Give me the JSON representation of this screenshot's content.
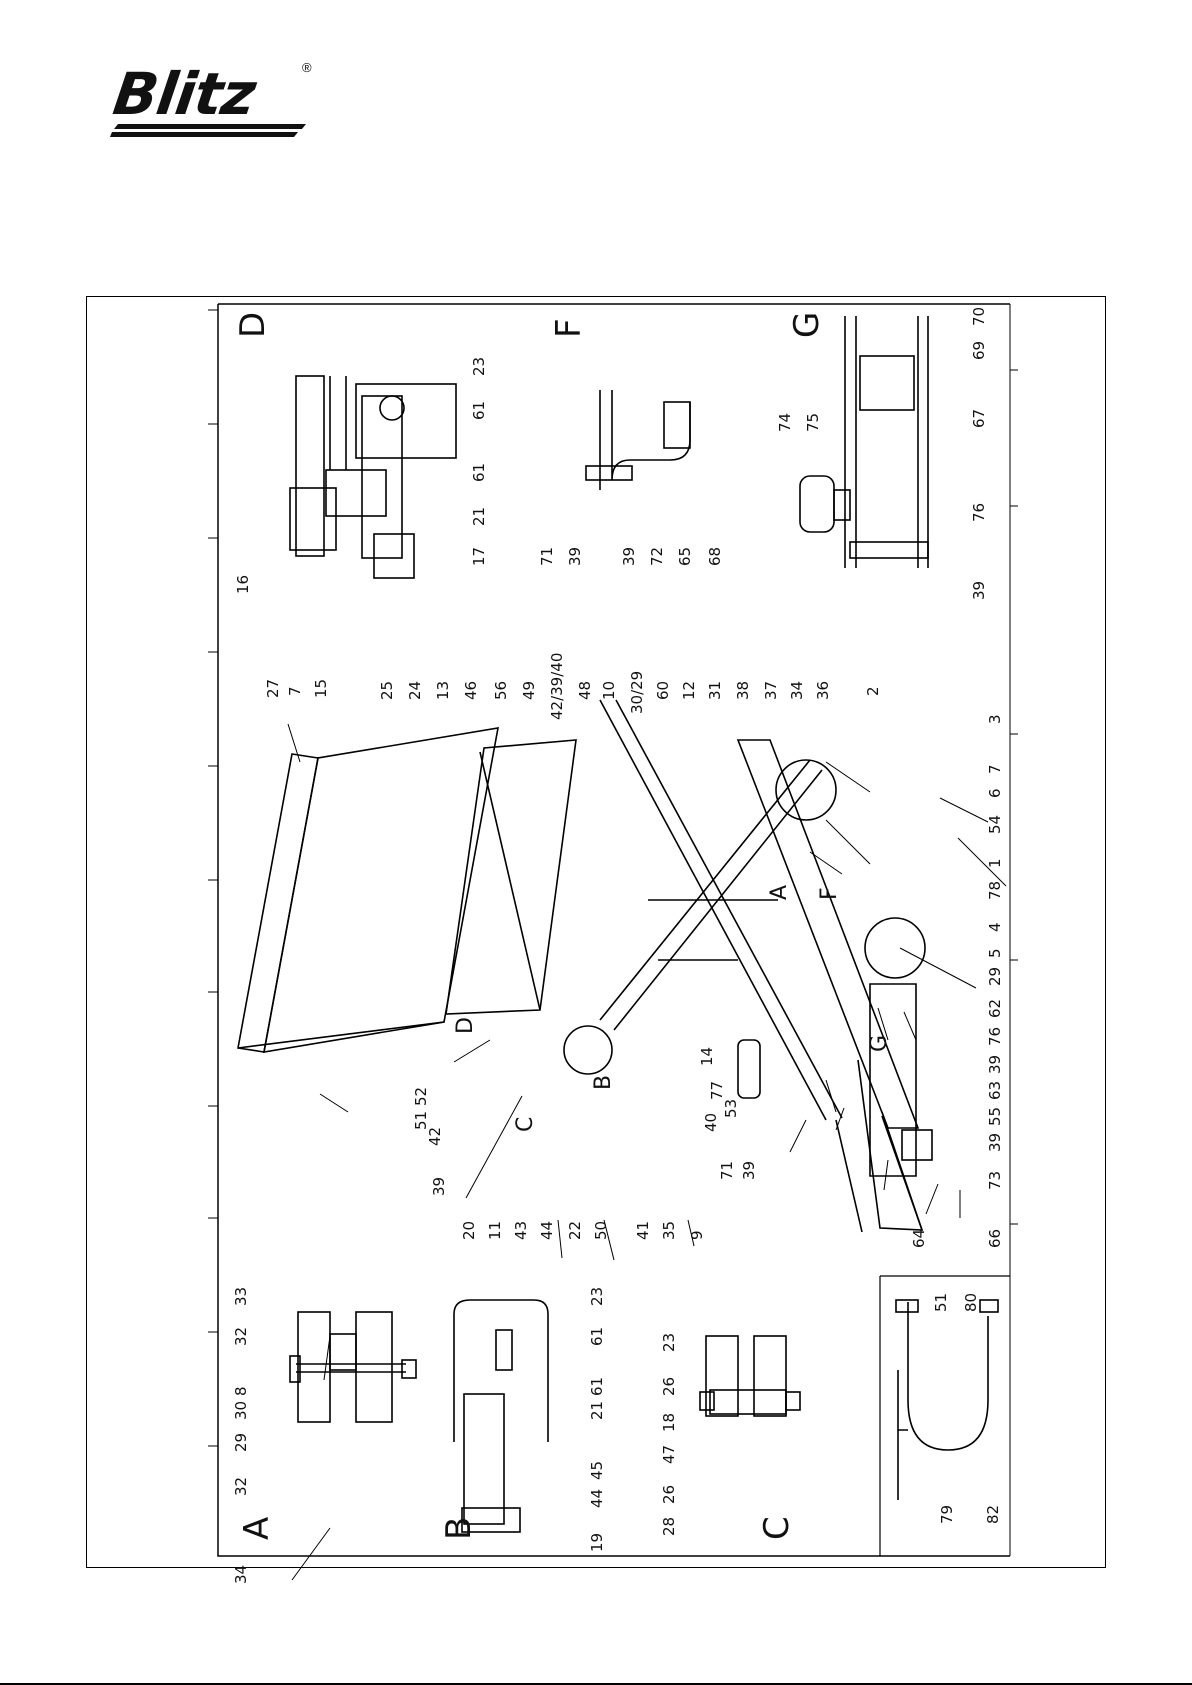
{
  "brand": {
    "name": "Blitz",
    "registered": "®"
  },
  "views": [
    "A",
    "B",
    "C",
    "D",
    "F",
    "G"
  ],
  "main_view_markers": [
    "A",
    "B",
    "C",
    "D",
    "F",
    "G"
  ],
  "parts": {
    "main": [
      "27",
      "7",
      "15",
      "25",
      "24",
      "13",
      "46",
      "56",
      "49",
      "42/39/40",
      "48",
      "10",
      "30/29",
      "60",
      "12",
      "31",
      "38",
      "37",
      "34",
      "36",
      "2",
      "3",
      "7",
      "6",
      "54",
      "1",
      "78",
      "4",
      "5",
      "29",
      "62",
      "76",
      "39",
      "63",
      "55",
      "39",
      "73",
      "66",
      "64",
      "71",
      "39",
      "40",
      "53",
      "77",
      "14",
      "9",
      "35",
      "41",
      "50",
      "22",
      "44",
      "43",
      "11",
      "20",
      "39",
      "42",
      "51",
      "52"
    ],
    "view_A": [
      "33",
      "32",
      "8",
      "30",
      "29",
      "32",
      "34"
    ],
    "view_B": [
      "23",
      "61",
      "61",
      "21",
      "45",
      "44",
      "19"
    ],
    "view_C": [
      "23",
      "26",
      "18",
      "47",
      "26",
      "28"
    ],
    "view_D": [
      "23",
      "61",
      "61",
      "21",
      "17",
      "16"
    ],
    "view_F": [
      "71",
      "39",
      "39",
      "72",
      "65",
      "68"
    ],
    "view_G": [
      "70",
      "69",
      "67",
      "74",
      "75",
      "76",
      "39"
    ],
    "hose_inset": [
      "51",
      "80",
      "79",
      "82"
    ]
  }
}
